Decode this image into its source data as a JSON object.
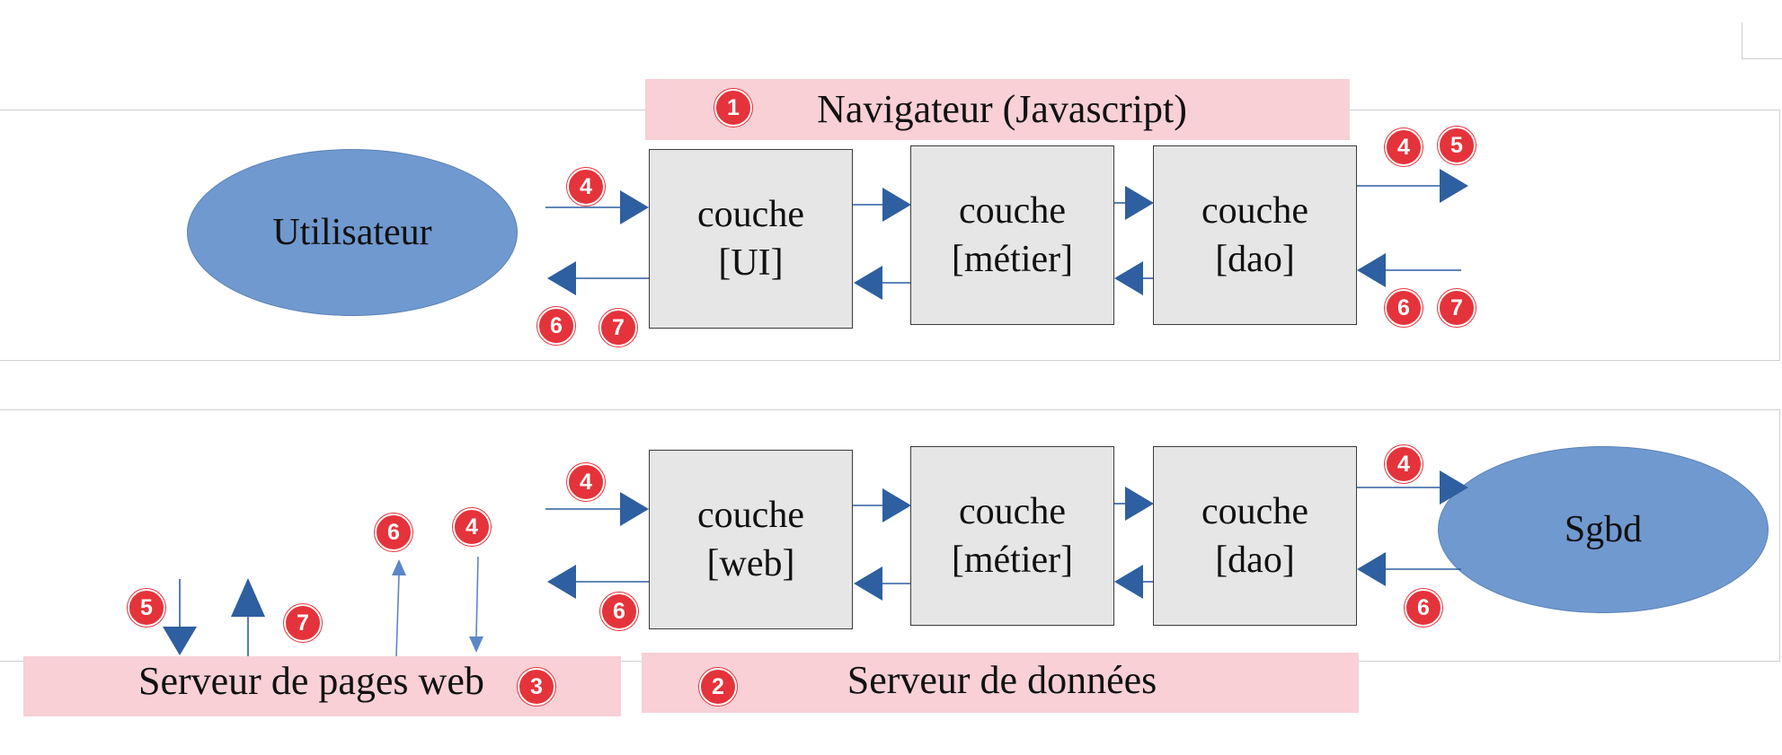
{
  "banners": {
    "navigator": "Navigateur (Javascript)",
    "data_server": "Serveur de données",
    "web_server": "Serveur de pages web"
  },
  "nodes": {
    "user": "Utilisateur",
    "dbms": "Sgbd"
  },
  "top_layers": {
    "ui": {
      "line1": "couche",
      "line2": "[UI]"
    },
    "business": {
      "line1": "couche",
      "line2": "[métier]"
    },
    "dao": {
      "line1": "couche",
      "line2": "[dao]"
    }
  },
  "bottom_layers": {
    "web": {
      "line1": "couche",
      "line2": "[web]"
    },
    "business": {
      "line1": "couche",
      "line2": "[métier]"
    },
    "dao": {
      "line1": "couche",
      "line2": "[dao]"
    }
  },
  "badges": {
    "navigator": "1",
    "data_server": "2",
    "web_server": "3",
    "top_left_in": "4",
    "top_right_out_a": "4",
    "top_right_out_b": "5",
    "top_right_in_a": "6",
    "top_right_in_b": "7",
    "top_left_out_a": "6",
    "top_left_out_b": "7",
    "bottom_left_in": "4",
    "bottom_left_out": "6",
    "bottom_right_out": "4",
    "bottom_right_in": "6",
    "web_down": "5",
    "web_up": "7",
    "web_up_thin": "6",
    "web_down_thin": "4"
  },
  "colors": {
    "arrow": "#2e5fa0",
    "thin_arrow": "#5b87c7",
    "banner_bg": "#f8d0d6",
    "badge_bg": "#e5333b",
    "ellipse_bg": "#7099cf",
    "layer_bg": "#e6e6e6"
  }
}
